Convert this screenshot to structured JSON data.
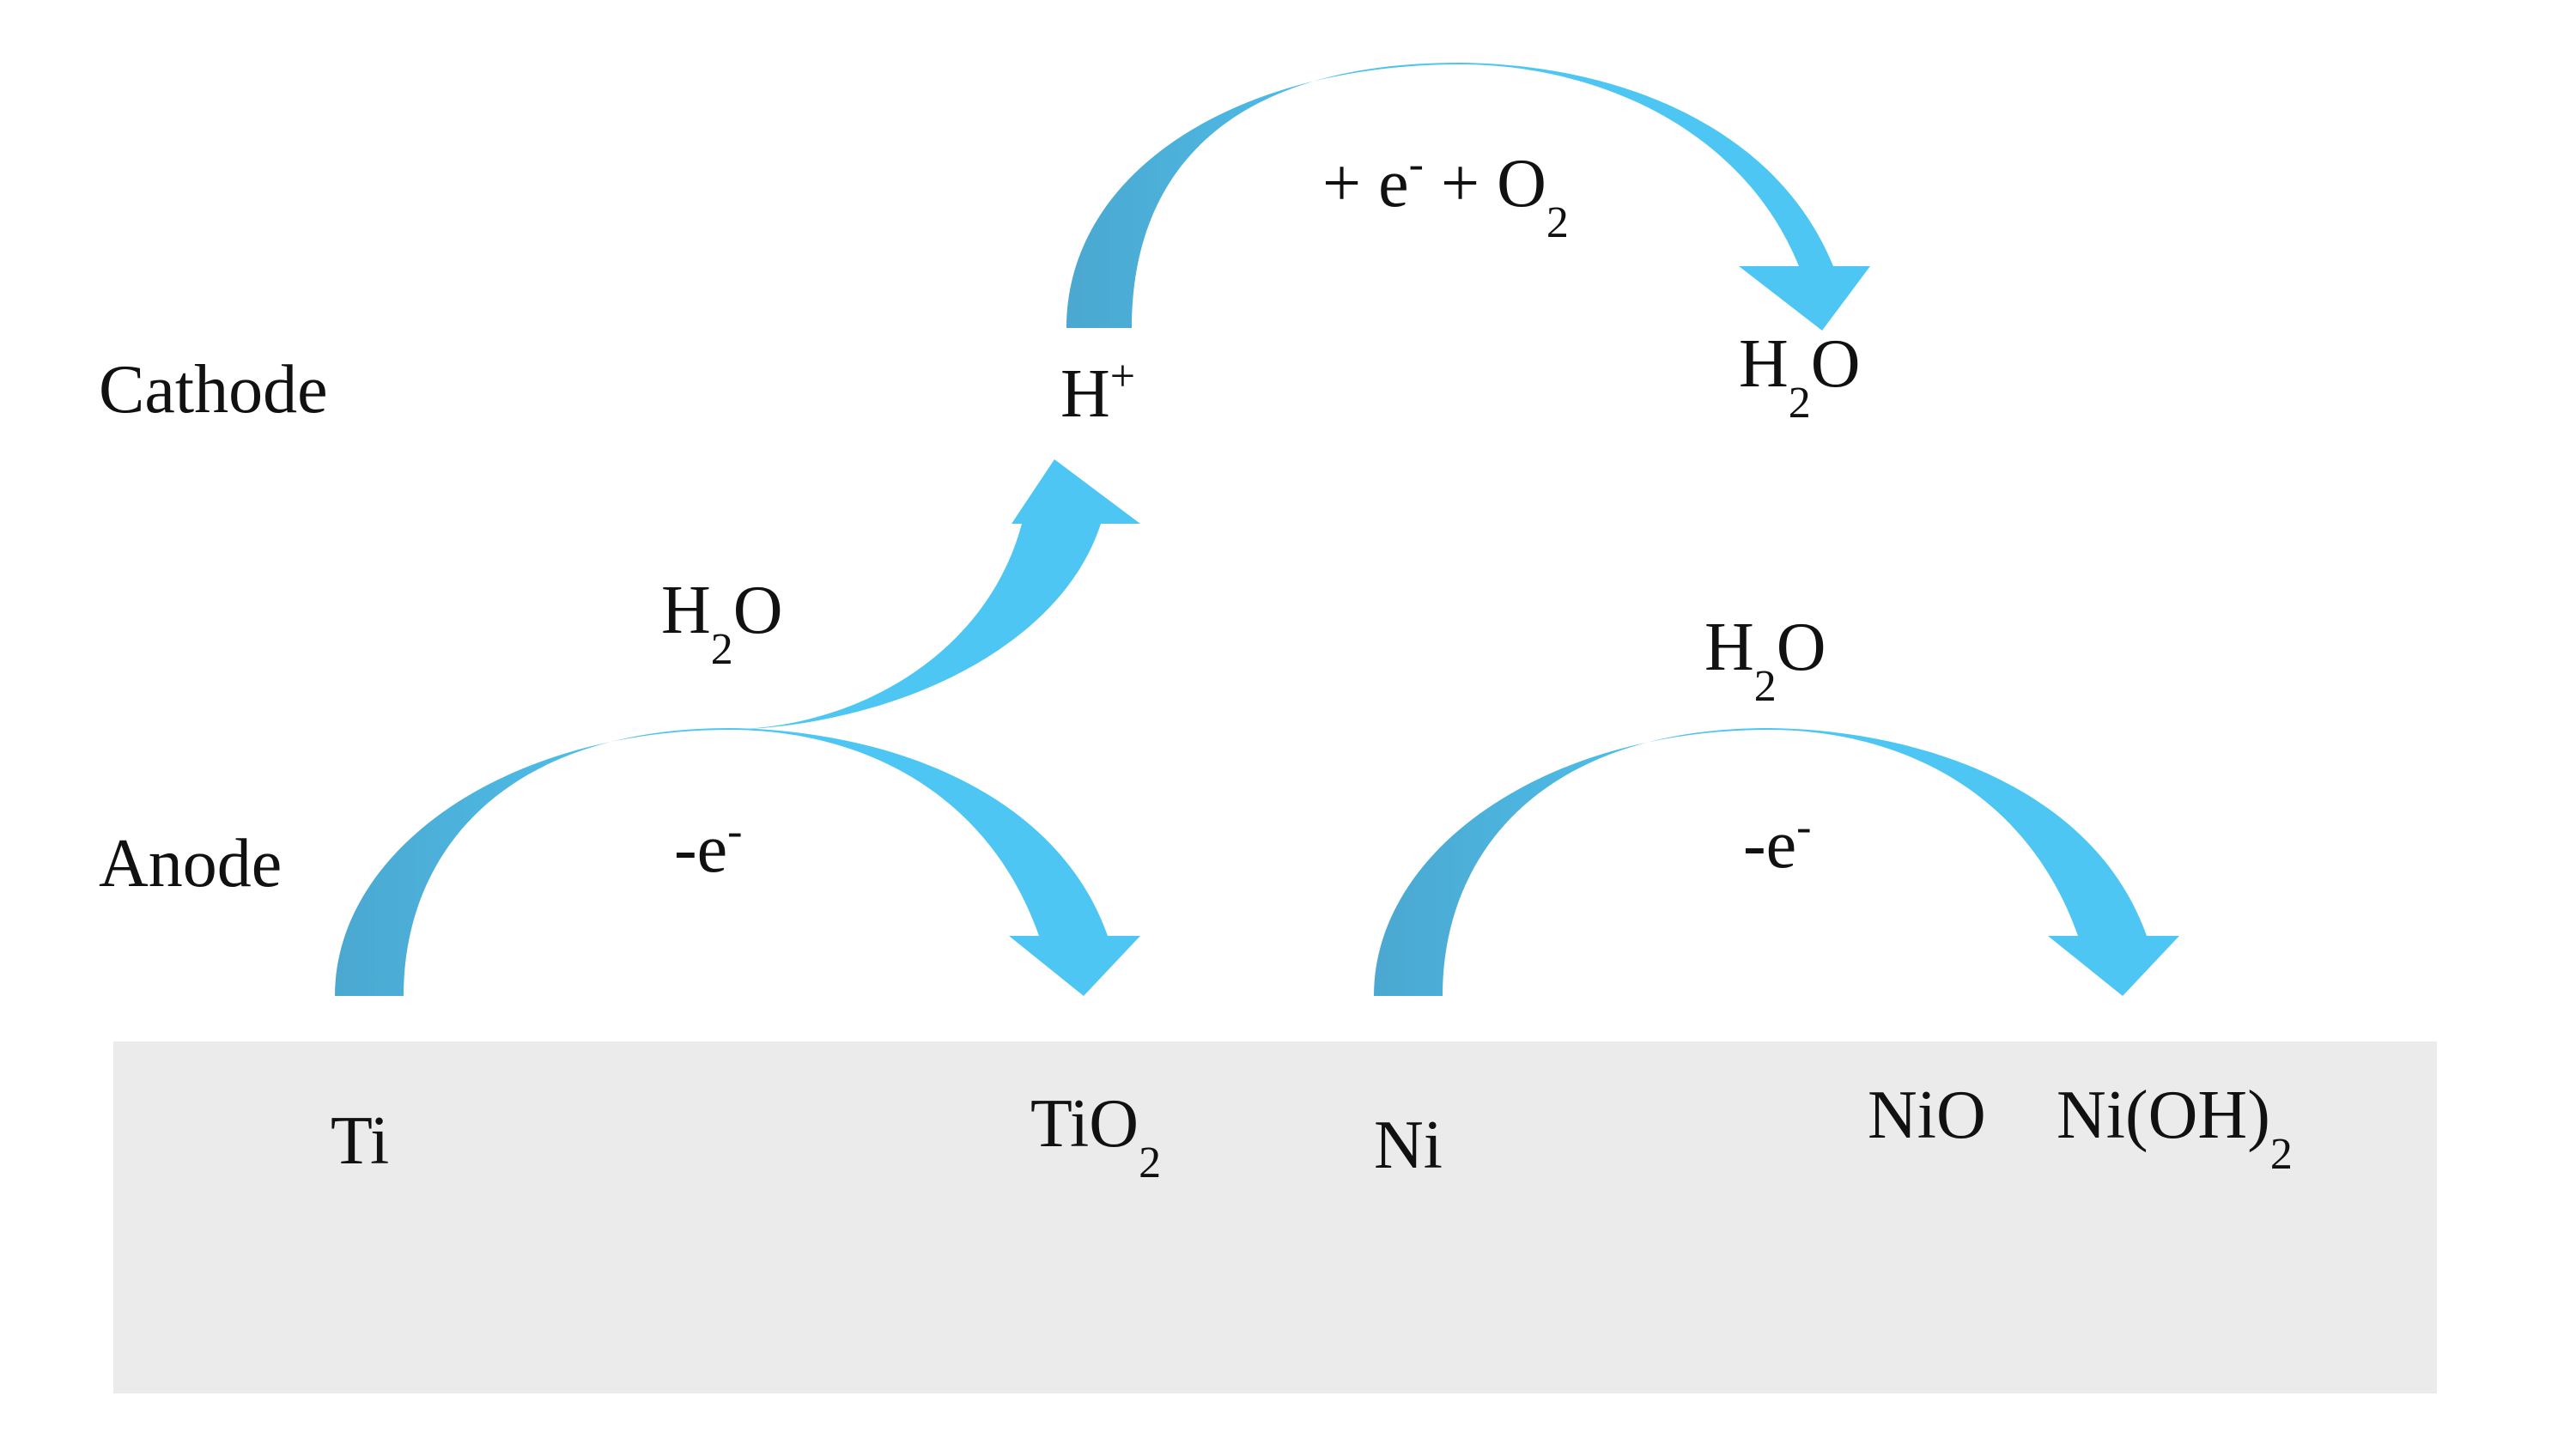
{
  "regions": {
    "cathode": "Cathode",
    "anode": "Anode"
  },
  "substrate": {
    "ti": "Ti",
    "tio2": {
      "base": "TiO",
      "sub": "2"
    },
    "ni": "Ni",
    "nio": "NiO",
    "nioh2": {
      "base": "Ni(OH)",
      "sub": "2"
    }
  },
  "reactions": {
    "ti_h2o": {
      "pre": "H",
      "sub": "2",
      "post": "O"
    },
    "ti_electron": {
      "base": "-e",
      "sup": "-"
    },
    "ni_h2o": {
      "pre": "H",
      "sub": "2",
      "post": "O"
    },
    "ni_electron": {
      "base": "-e",
      "sup": "-"
    },
    "h_plus": {
      "base": "H",
      "sup": "+"
    },
    "cathode_reagents": {
      "p1": "+ e",
      "sup": "-",
      "p2": " + O",
      "sub": "2"
    },
    "cathode_product": {
      "pre": "H",
      "sub": "2",
      "post": "O"
    }
  },
  "colors": {
    "arrow_dark": "#4BA8D0",
    "arrow_light": "#4DC6F3",
    "substrate": "#EBEBEB",
    "text": "#111111"
  }
}
